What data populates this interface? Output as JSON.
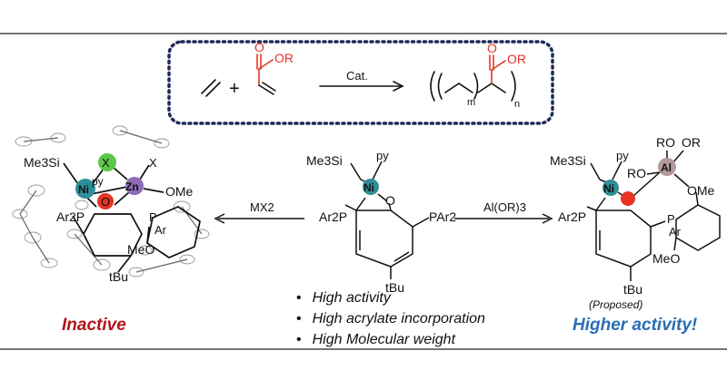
{
  "reaction": {
    "monomer_ester_group": "OR",
    "catalyst_label": "Cat.",
    "polymer_ester_group": "OR",
    "subscript_m": "m",
    "subscript_n": "n"
  },
  "center_complex": {
    "silyl_group": "Me3Si",
    "ligand_py": "py",
    "metal": "Ni",
    "oxygen": "O",
    "phosphine_left": "Ar2P",
    "phosphine_right": "PAr2",
    "tbu": "tBu"
  },
  "left_arrow_reagent": "MX2",
  "right_arrow_reagent": "Al(OR)3",
  "left_complex": {
    "silyl_group": "Me3Si",
    "halide_top": "X",
    "halide_right": "X",
    "ligand_py": "py",
    "metal_ni": "Ni",
    "metal_zn": "Zn",
    "oxygen": "O",
    "methoxy_top": "OMe",
    "methoxy_bottom": "MeO",
    "phosphine": "Ar2P",
    "p_label": "P",
    "ar_label": "Ar",
    "tbu": "tBu"
  },
  "right_complex": {
    "silyl_group": "Me3Si",
    "ligand_py": "py",
    "metal_ni": "Ni",
    "metal_al": "Al",
    "ro_1": "RO",
    "ro_2": "OR",
    "ro_3": "RO",
    "methoxy_top": "OMe",
    "methoxy_bottom": "MeO",
    "phosphine": "Ar2P",
    "p_label": "P",
    "ar_label": "Ar",
    "tbu": "tBu",
    "note": "(Proposed)"
  },
  "left_caption": "Inactive",
  "right_caption": "Higher activity!",
  "bullets": [
    "High activity",
    "High acrylate incorporation",
    "High Molecular weight"
  ],
  "colors": {
    "red": "#e63323",
    "ni_teal": "#2f8f98",
    "zn_purple": "#8e6bb3",
    "al_mauve": "#b49a9b",
    "x_green": "#5cc64a",
    "inactive_red": "#b3161b",
    "active_blue": "#2a6db3",
    "box_navy": "#1d2a5a"
  }
}
